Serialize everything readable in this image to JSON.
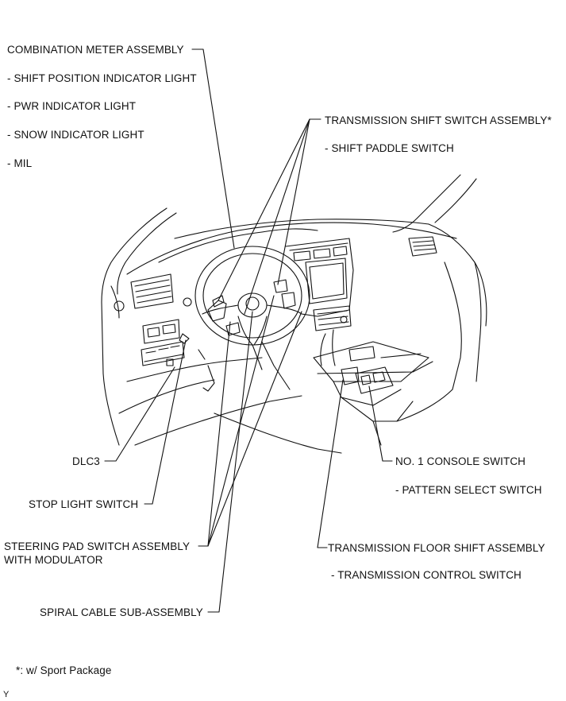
{
  "labels": {
    "combination_meter": "COMBINATION METER ASSEMBLY",
    "shift_position_light": "- SHIFT POSITION INDICATOR LIGHT",
    "pwr_light": "- PWR INDICATOR LIGHT",
    "snow_light": "- SNOW INDICATOR LIGHT",
    "mil": "- MIL",
    "trans_shift_switch": "TRANSMISSION SHIFT SWITCH ASSEMBLY*",
    "shift_paddle": "- SHIFT PADDLE SWITCH",
    "dlc3": "DLC3",
    "console_switch": "NO. 1 CONSOLE SWITCH",
    "pattern_select": "- PATTERN SELECT SWITCH",
    "stop_light_switch": "STOP LIGHT SWITCH",
    "steering_pad_line1": "STEERING PAD SWITCH ASSEMBLY",
    "steering_pad_line2": "WITH MODULATOR",
    "floor_shift": "TRANSMISSION FLOOR SHIFT ASSEMBLY",
    "trans_control_switch": "- TRANSMISSION CONTROL SWITCH",
    "spiral_cable": "SPIRAL CABLE SUB-ASSEMBLY",
    "footnote": "*: w/ Sport Package",
    "corner_mark": "Y"
  },
  "colors": {
    "line": "#111111",
    "text": "#111111",
    "background": "#ffffff"
  }
}
